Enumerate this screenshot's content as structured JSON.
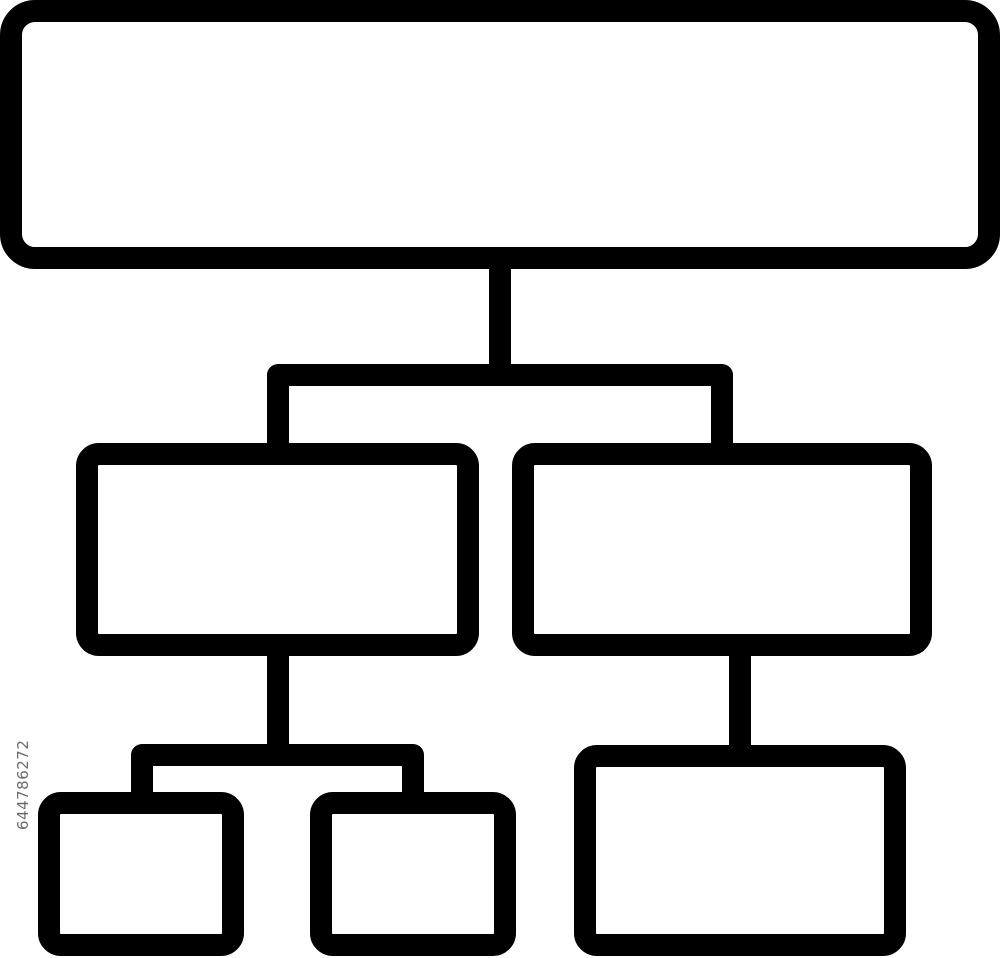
{
  "diagram": {
    "kind": "hierarchy-icon",
    "stroke_color": "#000000",
    "fill_color": "#ffffff",
    "nodes": [
      {
        "id": "root",
        "level": 0,
        "label": ""
      },
      {
        "id": "level1-left",
        "level": 1,
        "parent": "root",
        "label": ""
      },
      {
        "id": "level1-right",
        "level": 1,
        "parent": "root",
        "label": ""
      },
      {
        "id": "level2-left-a",
        "level": 2,
        "parent": "level1-left",
        "label": ""
      },
      {
        "id": "level2-left-b",
        "level": 2,
        "parent": "level1-left",
        "label": ""
      },
      {
        "id": "level2-right",
        "level": 2,
        "parent": "level1-right",
        "label": ""
      }
    ]
  },
  "watermark": {
    "id_text": "644786272"
  }
}
